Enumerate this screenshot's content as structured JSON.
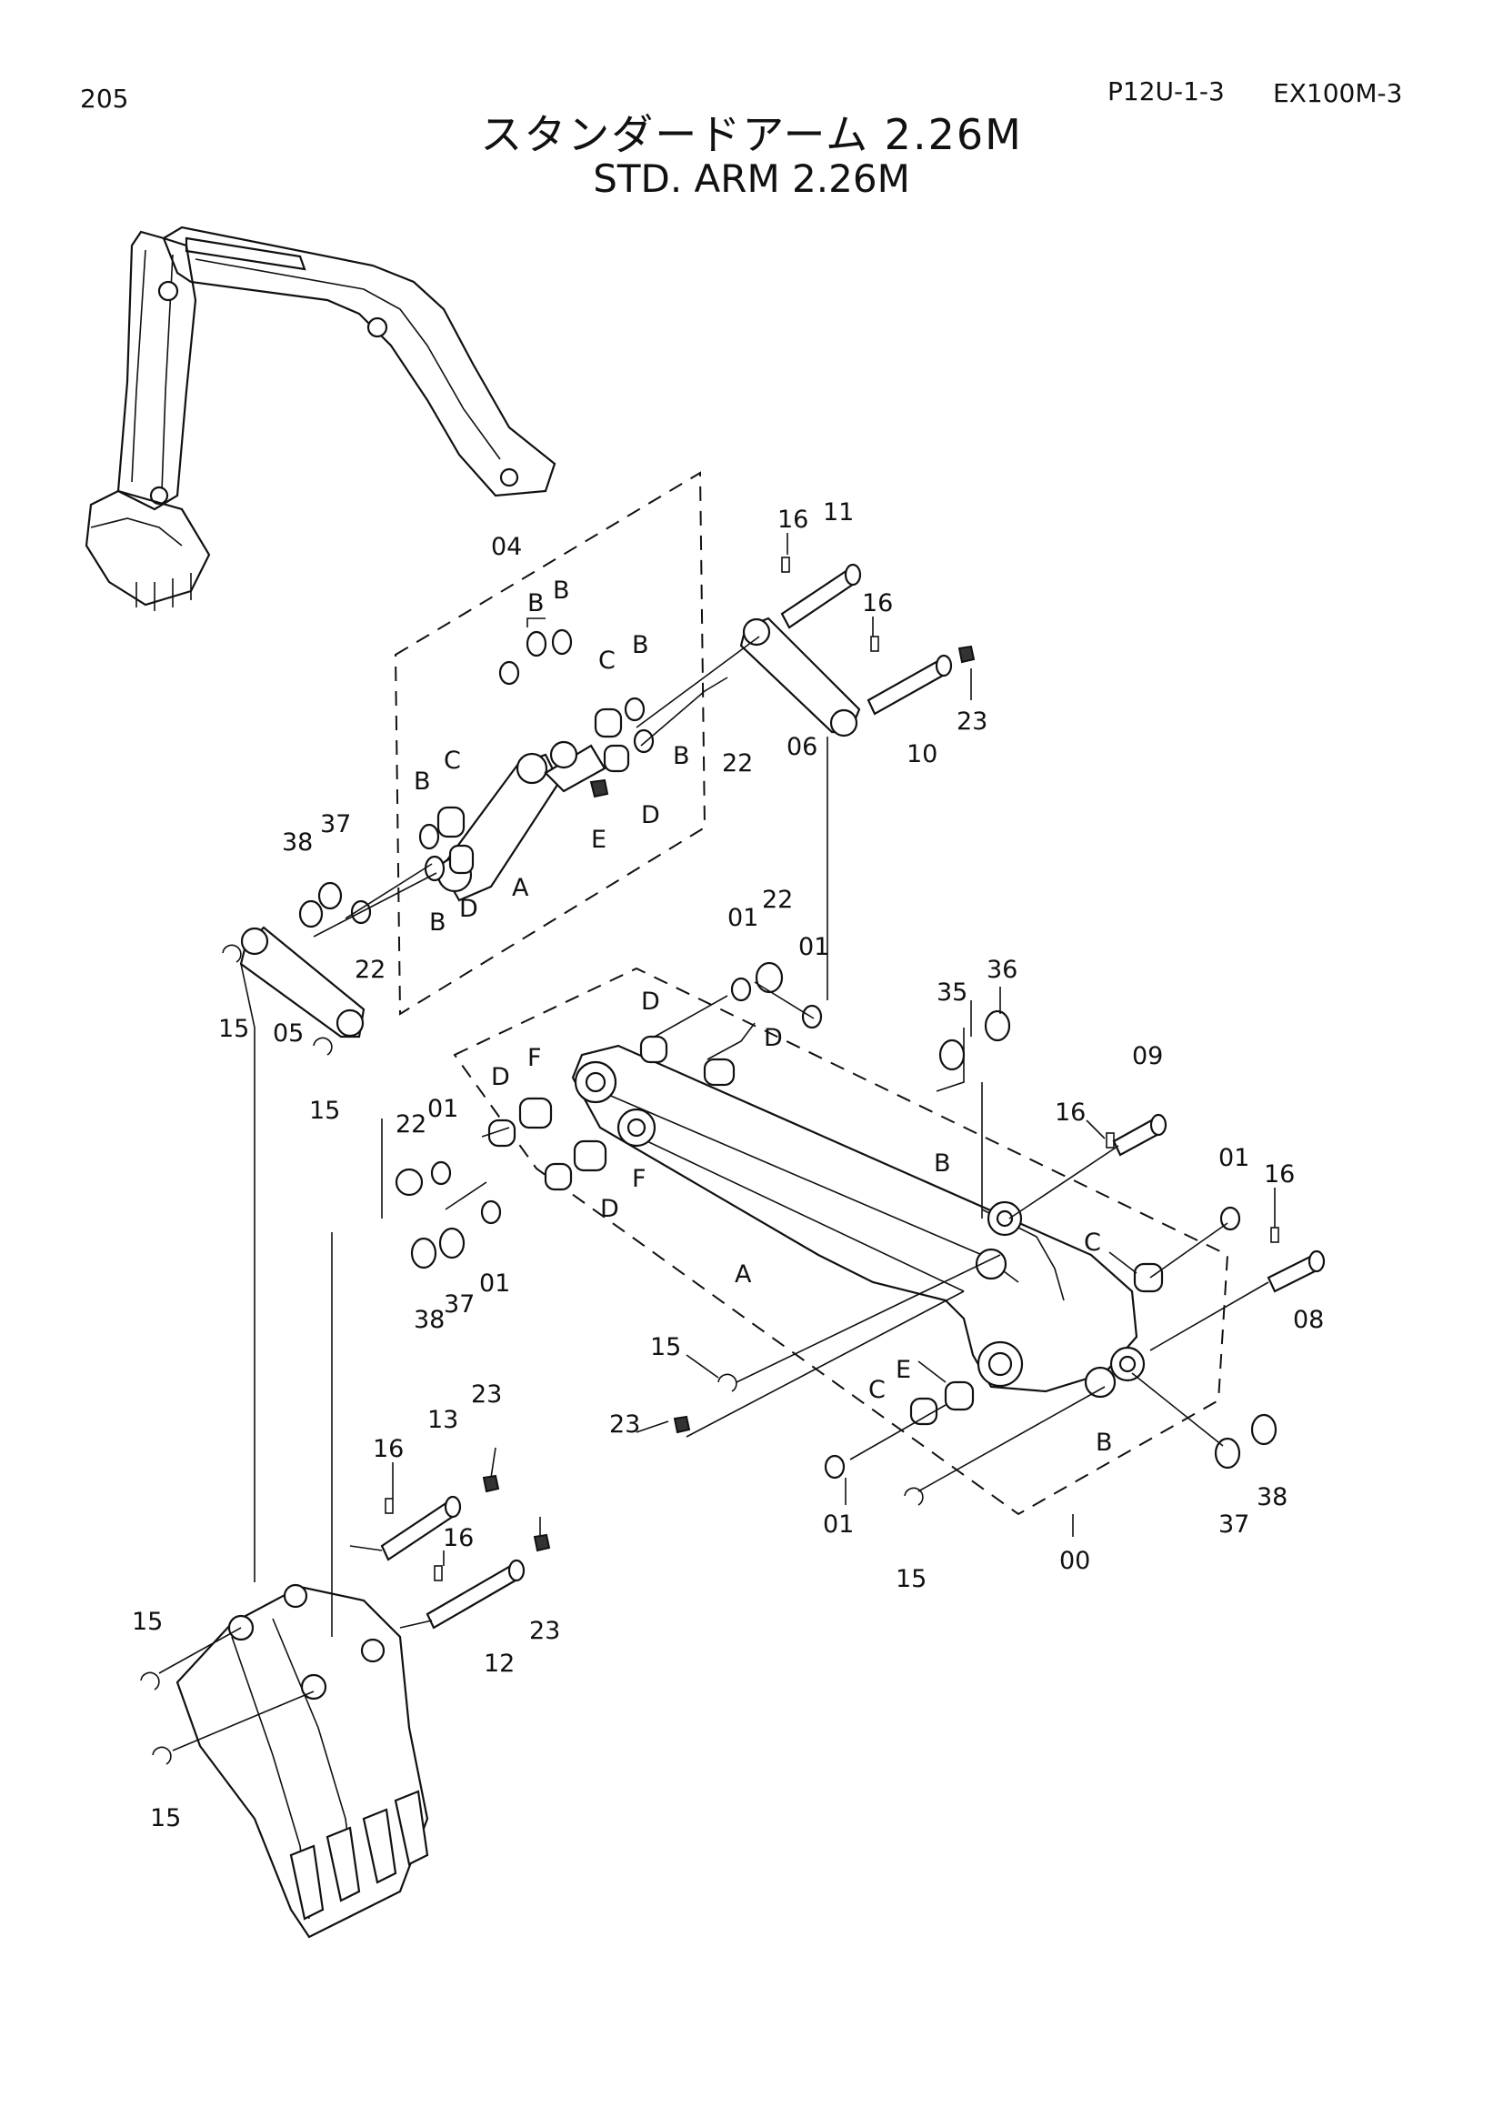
{
  "header": {
    "page_number": "205",
    "doc_code": "P12U-1-3",
    "model": "EX100M-3",
    "title_ja": "スタンダードアーム 2.26M",
    "title_en": "STD. ARM 2.26M"
  },
  "callouts": [
    {
      "id": "c-04",
      "label": "04"
    },
    {
      "id": "c-b1",
      "label": "B"
    },
    {
      "id": "c-b2",
      "label": "B"
    },
    {
      "id": "c-b3",
      "label": "B"
    },
    {
      "id": "c-c1",
      "label": "C"
    },
    {
      "id": "c-c2",
      "label": "C"
    },
    {
      "id": "c-b4",
      "label": "B"
    },
    {
      "id": "c-b5",
      "label": "B"
    },
    {
      "id": "c-b6",
      "label": "B"
    },
    {
      "id": "c-d1",
      "label": "D"
    },
    {
      "id": "c-d2",
      "label": "D"
    },
    {
      "id": "c-e1",
      "label": "E"
    },
    {
      "id": "c-a1",
      "label": "A"
    },
    {
      "id": "c-38a",
      "label": "38"
    },
    {
      "id": "c-37a",
      "label": "37"
    },
    {
      "id": "c-22a",
      "label": "22"
    },
    {
      "id": "c-22b",
      "label": "22"
    },
    {
      "id": "c-16a",
      "label": "16"
    },
    {
      "id": "c-11",
      "label": "11"
    },
    {
      "id": "c-16b",
      "label": "16"
    },
    {
      "id": "c-23a",
      "label": "23"
    },
    {
      "id": "c-10",
      "label": "10"
    },
    {
      "id": "c-06",
      "label": "06"
    },
    {
      "id": "c-15a",
      "label": "15"
    },
    {
      "id": "c-05",
      "label": "05"
    },
    {
      "id": "c-15b",
      "label": "15"
    },
    {
      "id": "c-01a",
      "label": "01"
    },
    {
      "id": "c-22c",
      "label": "22"
    },
    {
      "id": "c-01b",
      "label": "01"
    },
    {
      "id": "c-d3",
      "label": "D"
    },
    {
      "id": "c-d4",
      "label": "D"
    },
    {
      "id": "c-36",
      "label": "36"
    },
    {
      "id": "c-35",
      "label": "35"
    },
    {
      "id": "c-09",
      "label": "09"
    },
    {
      "id": "c-16c",
      "label": "16"
    },
    {
      "id": "c-22d",
      "label": "22"
    },
    {
      "id": "c-01c",
      "label": "01"
    },
    {
      "id": "c-d5",
      "label": "D"
    },
    {
      "id": "c-f1",
      "label": "F"
    },
    {
      "id": "c-f2",
      "label": "F"
    },
    {
      "id": "c-d6",
      "label": "D"
    },
    {
      "id": "c-38b",
      "label": "38"
    },
    {
      "id": "c-37b",
      "label": "37"
    },
    {
      "id": "c-01d",
      "label": "01"
    },
    {
      "id": "c-a2",
      "label": "A"
    },
    {
      "id": "c-b7",
      "label": "B"
    },
    {
      "id": "c-01e",
      "label": "01"
    },
    {
      "id": "c-16d",
      "label": "16"
    },
    {
      "id": "c-c3",
      "label": "C"
    },
    {
      "id": "c-08",
      "label": "08"
    },
    {
      "id": "c-15c",
      "label": "15"
    },
    {
      "id": "c-23b",
      "label": "23"
    },
    {
      "id": "c-e2",
      "label": "E"
    },
    {
      "id": "c-c4",
      "label": "C"
    },
    {
      "id": "c-b8",
      "label": "B"
    },
    {
      "id": "c-01f",
      "label": "01"
    },
    {
      "id": "c-15d",
      "label": "15"
    },
    {
      "id": "c-00",
      "label": "00"
    },
    {
      "id": "c-37c",
      "label": "37"
    },
    {
      "id": "c-38c",
      "label": "38"
    },
    {
      "id": "c-23c",
      "label": "23"
    },
    {
      "id": "c-13",
      "label": "13"
    },
    {
      "id": "c-16e",
      "label": "16"
    },
    {
      "id": "c-16f",
      "label": "16"
    },
    {
      "id": "c-23d",
      "label": "23"
    },
    {
      "id": "c-12",
      "label": "12"
    },
    {
      "id": "c-15e",
      "label": "15"
    },
    {
      "id": "c-15f",
      "label": "15"
    }
  ]
}
